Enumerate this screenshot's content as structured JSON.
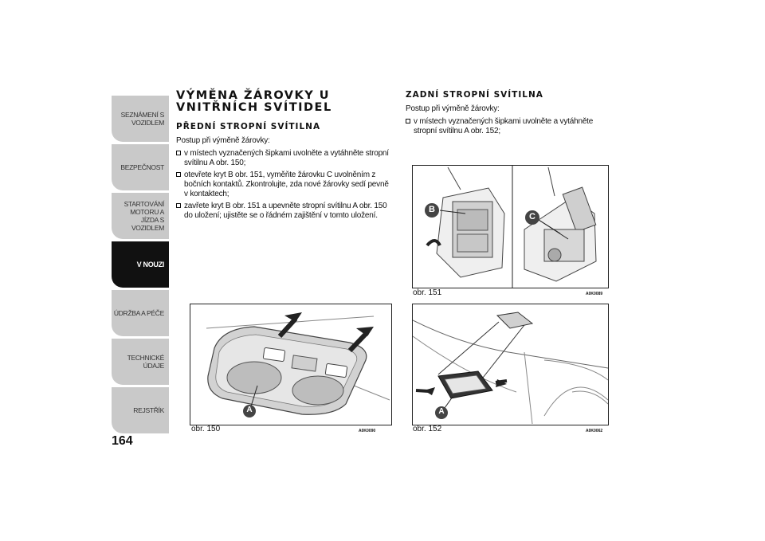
{
  "sidebar": {
    "tabs": [
      {
        "label": "SEZNÁMENÍ S VOZIDLEM",
        "active": false
      },
      {
        "label": "BEZPEČNOST",
        "active": false
      },
      {
        "label": "STARTOVÁNÍ MOTORU A JÍZDA S VOZIDLEM",
        "active": false
      },
      {
        "label": "V NOUZI",
        "active": true
      },
      {
        "label": "ÚDRŽBA A PÉČE",
        "active": false
      },
      {
        "label": "TECHNICKÉ ÚDAJE",
        "active": false
      },
      {
        "label": "REJSTŘÍK",
        "active": false
      }
    ]
  },
  "page_number": "164",
  "left": {
    "title_line1": "VÝMĚNA ŽÁROVKY U",
    "title_line2": "VNITŘNÍCH SVÍTIDEL",
    "subtitle": "PŘEDNÍ STROPNÍ SVÍTILNA",
    "intro": "Postup při výměně žárovky:",
    "steps": [
      "v místech vyznačených šipkami uvolněte a vytáhněte stropní svítilnu A obr. 150;",
      "otevřete kryt B obr. 151, vyměňte žárovku C uvolněním z bočních kontaktů. Zkontrolujte, zda nové žárovky sedí pevně v kontaktech;",
      "zavřete kryt B obr. 151 a upevněte stropní svítilnu A obr. 150 do uložení; ujistěte se o řádném zajištění v tomto uložení."
    ]
  },
  "right": {
    "subtitle": "ZADNÍ STROPNÍ SVÍTILNA",
    "intro": "Postup při výměně žárovky:",
    "steps": [
      "v místech vyznačených šipkami uvolněte a vytáhněte stropní svítilnu A obr. 152;"
    ]
  },
  "figures": {
    "fig150": {
      "caption": "obr. 150",
      "code": "A0K0090",
      "label_a": "A"
    },
    "fig151": {
      "caption": "obr. 151",
      "code": "A0K0089",
      "label_b": "B",
      "label_c": "C"
    },
    "fig152": {
      "caption": "obr. 152",
      "code": "A0K0062",
      "label_a": "A"
    }
  },
  "colors": {
    "tab_inactive": "#c9c9c9",
    "tab_active": "#111111",
    "marker": "#333333"
  }
}
